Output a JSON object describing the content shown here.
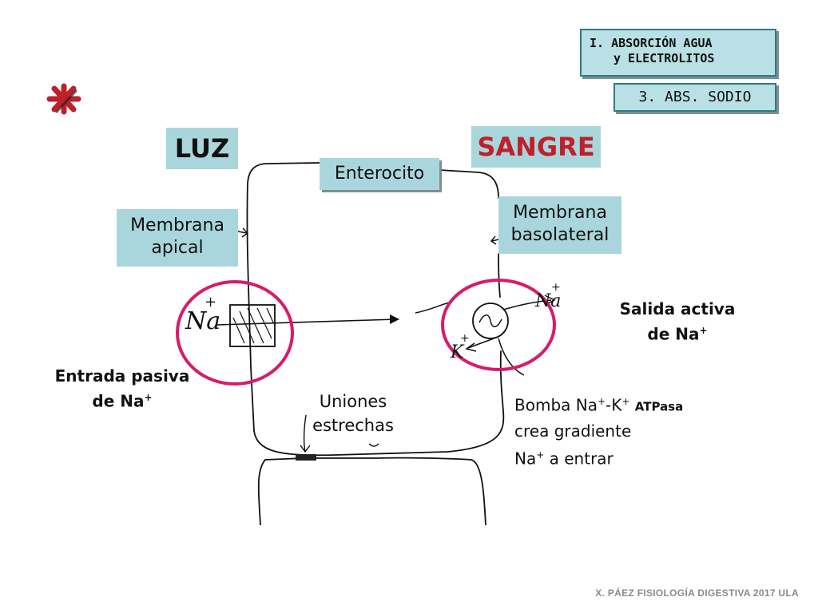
{
  "header": {
    "section_line1": "I. ABSORCIÓN AGUA",
    "section_line2": "y ELECTROLITOS",
    "subsection": "3. ABS. SODIO"
  },
  "diagram": {
    "luz": "LUZ",
    "sangre": "SANGRE",
    "enterocito": "Enterocito",
    "membrana_apical_line1": "Membrana",
    "membrana_apical_line2": "apical",
    "membrana_basolateral_line1": "Membrana",
    "membrana_basolateral_line2": "basolateral",
    "salida_line1": "Salida activa",
    "salida_line2": "de Na",
    "salida_sup": "+",
    "entrada_line1": "Entrada pasiva",
    "entrada_line2": "de Na",
    "entrada_sup": "+",
    "uniones_line1": "Uniones",
    "uniones_line2": "estrechas",
    "bomba_pre": "Bomba Na",
    "bomba_sup1": "+",
    "bomba_mid": "-K",
    "bomba_sup2": "+",
    "bomba_small": "ATPasa",
    "bomba_line2": "crea gradiente",
    "bomba_line3_pre": "Na",
    "bomba_line3_sup": "+",
    "bomba_line3_post": " a entrar",
    "hand_na_left": "Na",
    "hand_plus_left": "+",
    "hand_na_right": "Na",
    "hand_plus_right": "+",
    "hand_k": "K",
    "hand_plus_k": "+"
  },
  "colors": {
    "label_bg": "#a9d6dc",
    "highlight_circle": "#d81b6a",
    "sangre_text": "#c0202a",
    "header_border": "#2f7b84"
  },
  "icons": [
    "asterisk-icon",
    "pump-icon"
  ],
  "footer": "X. PÁEZ   FISIOLOGÍA DIGESTIVA 2017 ULA"
}
